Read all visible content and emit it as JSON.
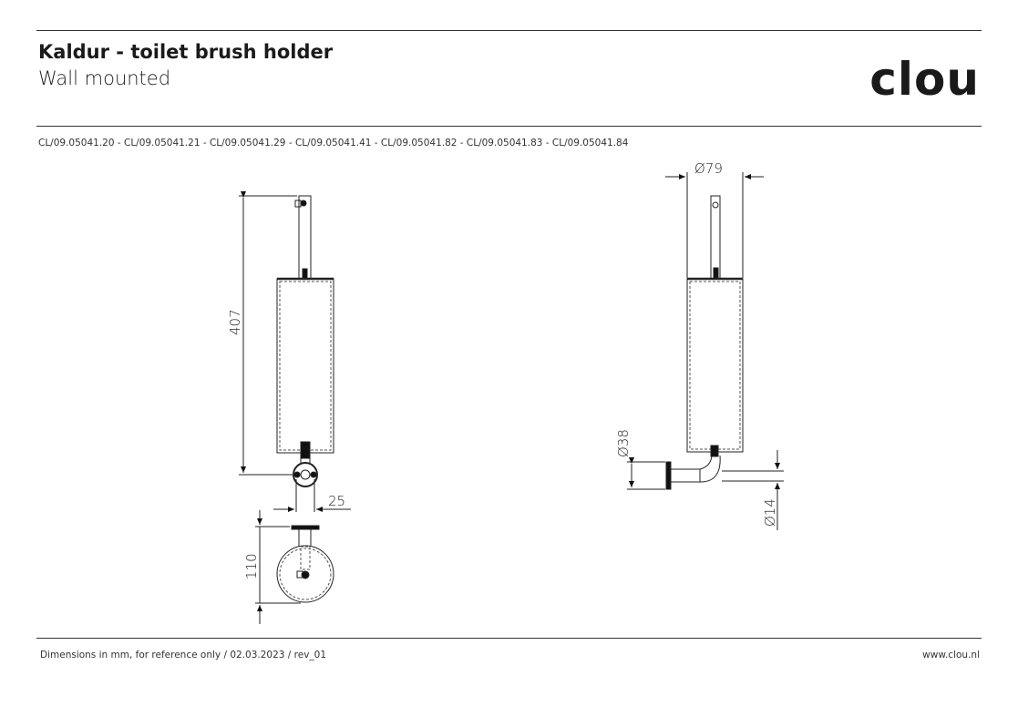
{
  "header": {
    "title": "Kaldur - toilet brush holder",
    "subtitle": "Wall mounted",
    "logo": "clou"
  },
  "article_codes": "CL/09.05041.20 - CL/09.05041.21 - CL/09.05041.29 - CL/09.05041.41 - CL/09.05041.82 - CL/09.05041.83 - CL/09.05041.84",
  "drawing": {
    "front_view": {
      "height": "407",
      "bracket_width": "25"
    },
    "top_view": {
      "depth": "110"
    },
    "side_view": {
      "diameter": "Ø79",
      "rosette_diameter": "Ø38",
      "pipe_diameter": "Ø14"
    }
  },
  "footer": {
    "note": "Dimensions in mm, for reference only / 02.03.2023 / rev_01",
    "website": "www.clou.nl"
  }
}
